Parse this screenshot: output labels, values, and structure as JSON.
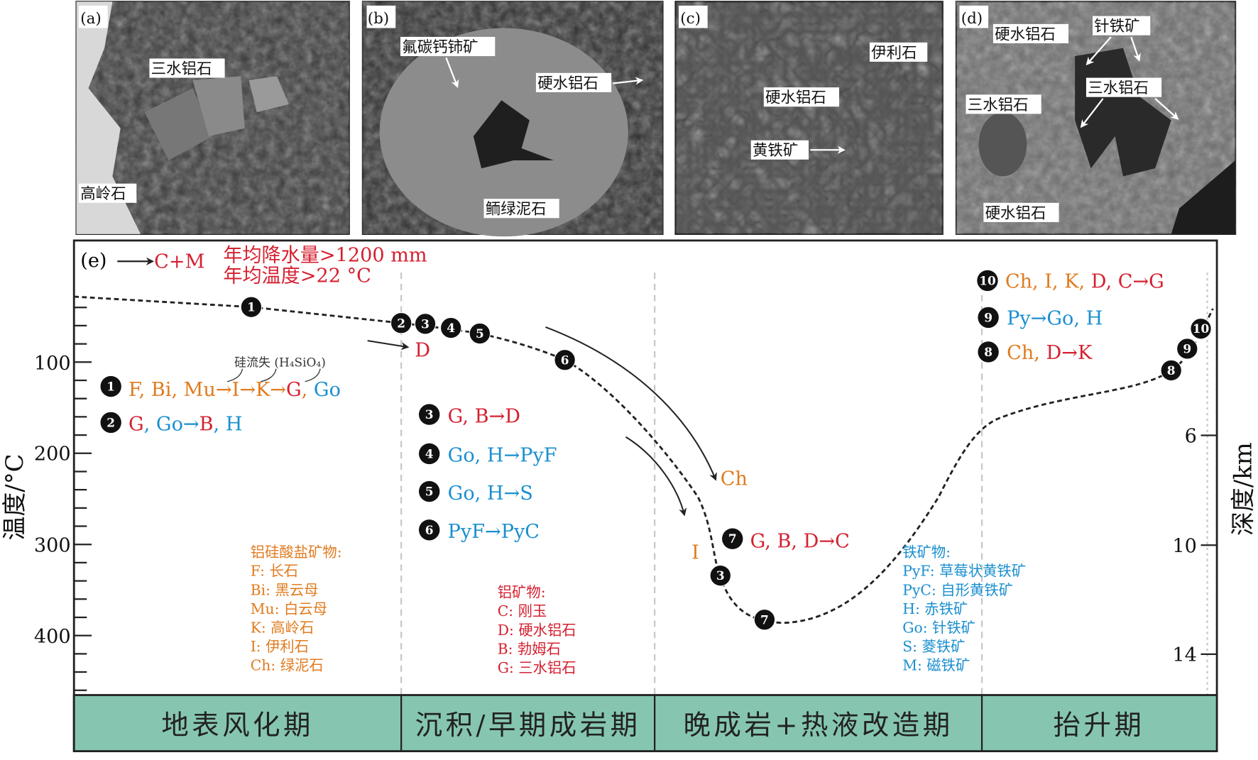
{
  "colors": {
    "orange": "#e07b1f",
    "red": "#d42130",
    "blue": "#1a8fcf",
    "band": "#86c6b0"
  },
  "photos": {
    "a": {
      "tag": "(a)",
      "labels": [
        "三水铝石",
        "高岭石"
      ]
    },
    "b": {
      "tag": "(b)",
      "labels": [
        "氟碳钙铈矿",
        "硬水铝石",
        "鲕绿泥石"
      ]
    },
    "c": {
      "tag": "(c)",
      "labels": [
        "伊利石",
        "硬水铝石",
        "黄铁矿"
      ]
    },
    "d": {
      "tag": "(d)",
      "labels": [
        "硬水铝石",
        "针铁矿",
        "三水铝石",
        "三水铝石",
        "硬水铝石"
      ]
    }
  },
  "panel_e": {
    "tag": "(e)",
    "cm_label": "C+M",
    "climate": [
      "年均降水量>1200 mm",
      "年均温度>22 °C"
    ],
    "left_axis": {
      "label": "温度/°C",
      "ticks": [
        "100",
        "200",
        "300",
        "400"
      ]
    },
    "right_axis": {
      "label": "深度/km",
      "ticks": [
        "6",
        "10",
        "14"
      ]
    },
    "silica_loss": "硅流失 (H₄SiO₄)",
    "reaction1": [
      "F, Bi, Mu→I→K→",
      "G",
      ", ",
      "Go"
    ],
    "reaction2": [
      "G",
      ", Go→",
      "B",
      ", ",
      "H"
    ],
    "reaction3": "G, B→D",
    "reaction4": "Go, H→PyF",
    "reaction5": "Go, H→S",
    "reaction6": "PyF→PyC",
    "reaction7": "G, B, D→C",
    "reaction8": [
      "Ch, ",
      "D→K"
    ],
    "reaction9": "Py→Go, H",
    "reaction10": [
      "Ch, I, K, ",
      "D, C→G"
    ],
    "curve_labels": {
      "D": "D",
      "Ch": "Ch",
      "I": "I"
    },
    "markers": [
      "1",
      "2",
      "3",
      "4",
      "5",
      "6",
      "3",
      "7",
      "8",
      "9",
      "10"
    ],
    "legend_aluminosilicate": [
      "铝硅酸盐矿物:",
      "F: 长石",
      "Bi: 黑云母",
      "Mu: 白云母",
      "K: 高岭石",
      "I: 伊利石",
      "Ch: 绿泥石"
    ],
    "legend_aluminum": [
      "铝矿物:",
      "C: 刚玉",
      "D: 硬水铝石",
      "B: 勃姆石",
      "G: 三水铝石"
    ],
    "legend_iron": [
      "铁矿物:",
      "PyF: 草莓状黄铁矿",
      "PyC: 自形黄铁矿",
      "H: 赤铁矿",
      "Go: 针铁矿",
      "S: 菱铁矿",
      "M: 磁铁矿"
    ],
    "stages": [
      "地表风化期",
      "沉积/早期成岩期",
      "晚成岩+热液改造期",
      "抬升期"
    ]
  }
}
